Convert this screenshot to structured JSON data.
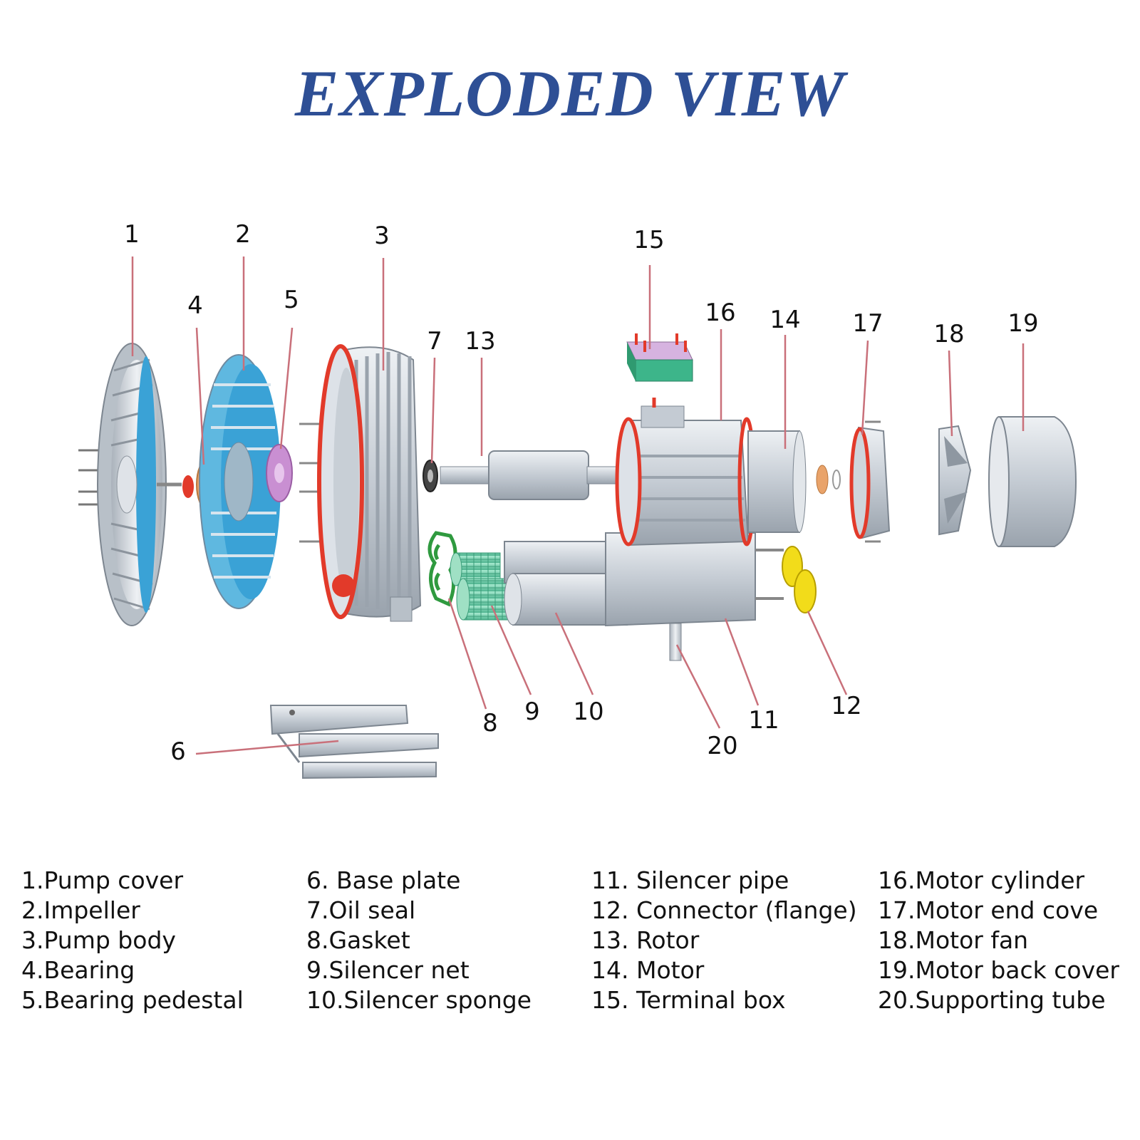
{
  "title": "EXPLODED VIEW",
  "callouts": [
    "1",
    "2",
    "3",
    "4",
    "5",
    "6",
    "7",
    "8",
    "9",
    "10",
    "11",
    "12",
    "13",
    "14",
    "15",
    "16",
    "17",
    "18",
    "19",
    "20"
  ],
  "legend": [
    [
      "1.Pump cover",
      "2.Impeller",
      "3.Pump body",
      "4.Bearing",
      "5.Bearing pedestal"
    ],
    [
      "6. Base plate",
      "7.Oil seal",
      "8.Gasket",
      "9.Silencer net",
      "10.Silencer sponge"
    ],
    [
      "11. Silencer pipe",
      "12. Connector (flange)",
      "13. Rotor",
      "14. Motor",
      "15. Terminal box"
    ],
    [
      "16.Motor cylinder",
      "17.Motor end cove",
      "18.Motor fan",
      "19.Motor back cover",
      "20.Supporting tube"
    ]
  ],
  "colors": {
    "title": "#2e4f95",
    "leader": "#c9707a",
    "metal": "#c9d0d8",
    "seal_red": "#e23a2a",
    "impeller_blue": "#3aa2d6",
    "bearing_orange": "#e9a36a",
    "pedestal_purple": "#c98fd2",
    "gasket_green": "#2f9a3f",
    "net_green": "#7fd6b5",
    "flange_yellow": "#f2dc1a",
    "terminal_green": "#3db58a"
  }
}
